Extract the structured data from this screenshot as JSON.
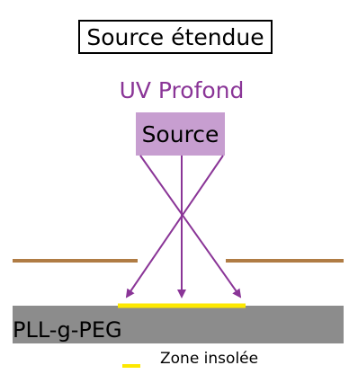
{
  "title": "Source étendue",
  "uv_label": "UV Profond",
  "source_label": "Source",
  "substrate_label": "PLL-g-PEG",
  "legend": {
    "label": "Zone insolée"
  },
  "colors": {
    "purple": "#8a3597",
    "source_fill": "#c79ed0",
    "mask_brown": "#b07c44",
    "substrate_gray": "#8c8c8c",
    "exposed_yellow": "#fde800"
  }
}
